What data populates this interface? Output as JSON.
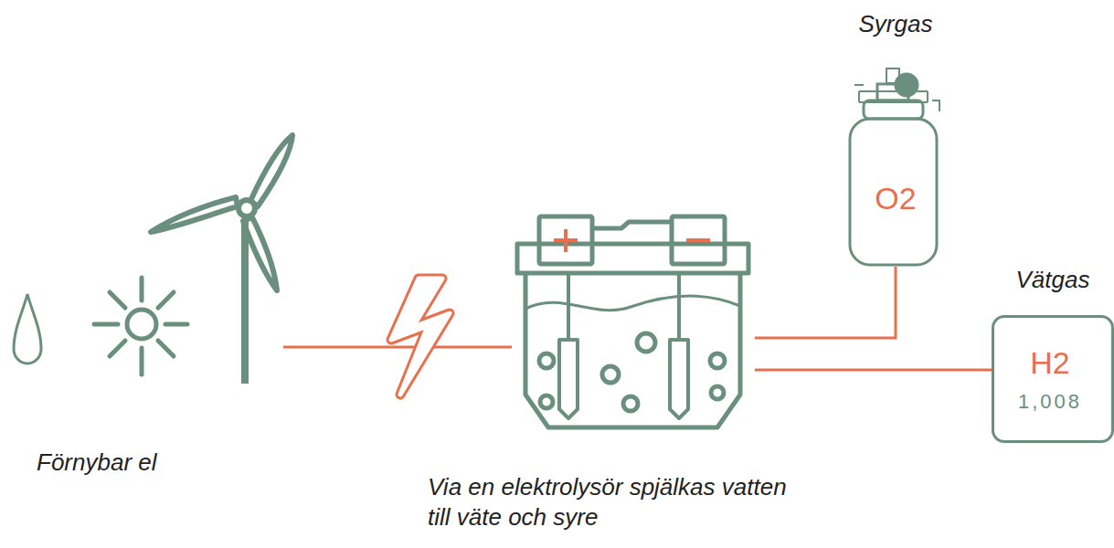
{
  "diagram": {
    "nodes": [
      {
        "text": [
          "Förnybar el"
        ]
      },
      {
        "text": [
          "Via en elektrolysör spjälkas vatten till väte och syre"
        ]
      },
      {
        "text": [
          "Syrgas",
          "O2"
        ]
      },
      {
        "text": [
          "Vätgas",
          "H2",
          "1,008"
        ]
      }
    ],
    "edges": [
      {
        "from": 0,
        "to": 1,
        "arrow": "none"
      },
      {
        "from": 1,
        "to": 2,
        "arrow": "none"
      },
      {
        "from": 1,
        "to": 3,
        "arrow": "none"
      }
    ]
  }
}
